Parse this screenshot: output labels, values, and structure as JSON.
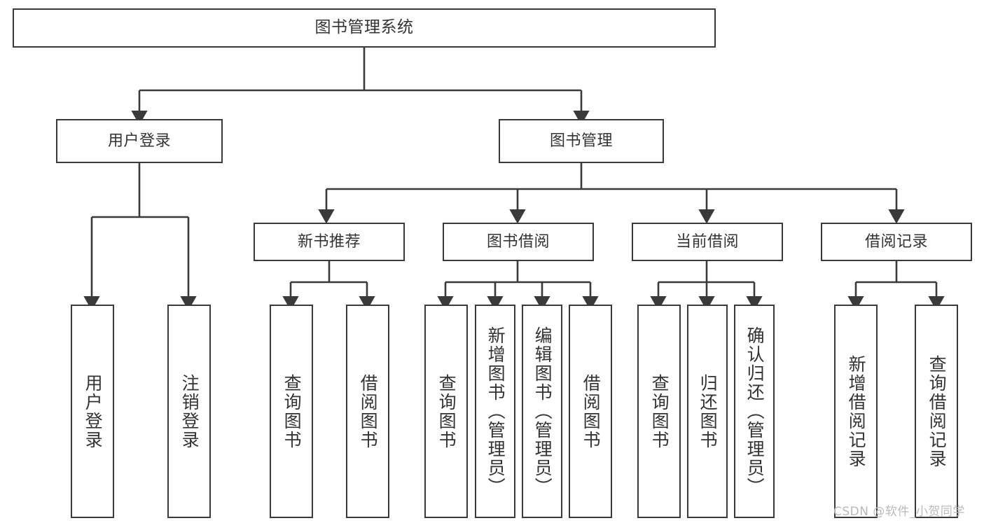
{
  "diagram": {
    "title": "图书管理系统",
    "type": "tree-hierarchy",
    "root": {
      "label": "图书管理系统"
    },
    "level2": [
      {
        "label": "用户登录"
      },
      {
        "label": "图书管理"
      }
    ],
    "level3": [
      {
        "label": "新书推荐"
      },
      {
        "label": "图书借阅"
      },
      {
        "label": "当前借阅"
      },
      {
        "label": "借阅记录"
      }
    ],
    "leaves": {
      "user_login": [
        {
          "label": "用户登录"
        },
        {
          "label": "注销登录"
        }
      ],
      "new_book_recommend": [
        {
          "label": "查询图书"
        },
        {
          "label": "借阅图书"
        }
      ],
      "book_borrow": [
        {
          "label": "查询图书"
        },
        {
          "label": "新增图书（管理员）"
        },
        {
          "label": "编辑图书（管理员）"
        },
        {
          "label": "借阅图书"
        }
      ],
      "current_borrow": [
        {
          "label": "查询图书"
        },
        {
          "label": "归还图书"
        },
        {
          "label": "确认归还（管理员）"
        }
      ],
      "borrow_record": [
        {
          "label": "新增借阅记录"
        },
        {
          "label": "查询借阅记录"
        }
      ]
    }
  },
  "watermark": {
    "text": "CSDN @软件_小贺同学"
  },
  "colors": {
    "border": "#3a3a3a",
    "text": "#333333",
    "background": "#ffffff",
    "watermark": "#b9b9b9"
  }
}
